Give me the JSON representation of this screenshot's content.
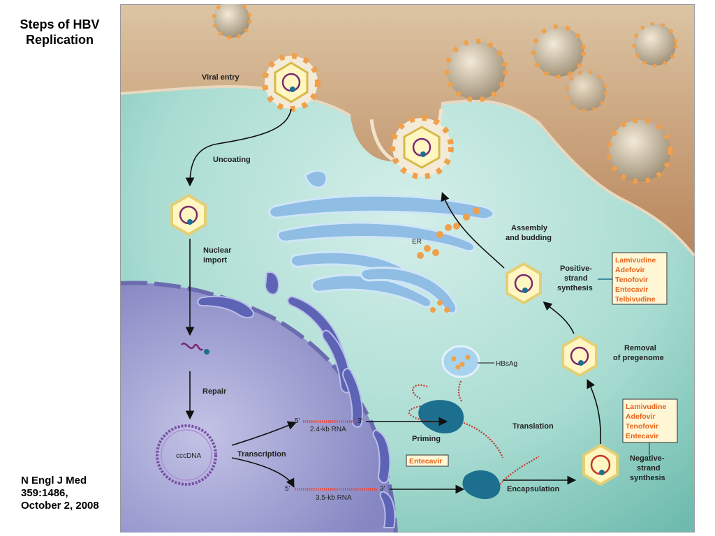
{
  "slide": {
    "title_line1": "Steps of HBV",
    "title_line2": "Replication",
    "citation": [
      "N Engl J Med",
      "359:1486,",
      "October 2, 2008"
    ]
  },
  "diagram": {
    "labels": {
      "viral_entry": "Viral entry",
      "uncoating": "Uncoating",
      "nuclear_import_1": "Nuclear",
      "nuclear_import_2": "import",
      "repair": "Repair",
      "cccdna": "cccDNA",
      "transcription": "Transcription",
      "rna_24_five": "5'",
      "rna_24_three": "3'",
      "rna_24": "2.4-kb RNA",
      "rna_35_five": "5'",
      "rna_35_three": "3'",
      "rna_35": "3.5-kb RNA",
      "er": "ER",
      "hbsag": "HBsAg",
      "translation": "Translation",
      "priming": "Priming",
      "encapsulation": "Encapsulation",
      "assembly_1": "Assembly",
      "assembly_2": "and budding",
      "positive_1": "Positive-",
      "positive_2": "strand",
      "positive_3": "synthesis",
      "removal_1": "Removal",
      "removal_2": "of pregenome",
      "negative_1": "Negative-",
      "negative_2": "strand",
      "negative_3": "synthesis"
    },
    "drug_boxes": {
      "positive_strand": [
        "Lamivudine",
        "Adefovir",
        "Tenofovir",
        "Entecavir",
        "Telbivudine"
      ],
      "negative_strand": [
        "Lamivudine",
        "Adefovir",
        "Tenofovir",
        "Entecavir"
      ],
      "priming": "Entecavir"
    },
    "colors": {
      "cytoplasm": "#a9dcd2",
      "extracellular": "#c79a6e",
      "nucleus": "#8f90c9",
      "er": "#7fb0dc",
      "virion_spike": "#f0a04a",
      "drug_text": "#e8641b",
      "ribosome": "#1c6f8f"
    }
  }
}
